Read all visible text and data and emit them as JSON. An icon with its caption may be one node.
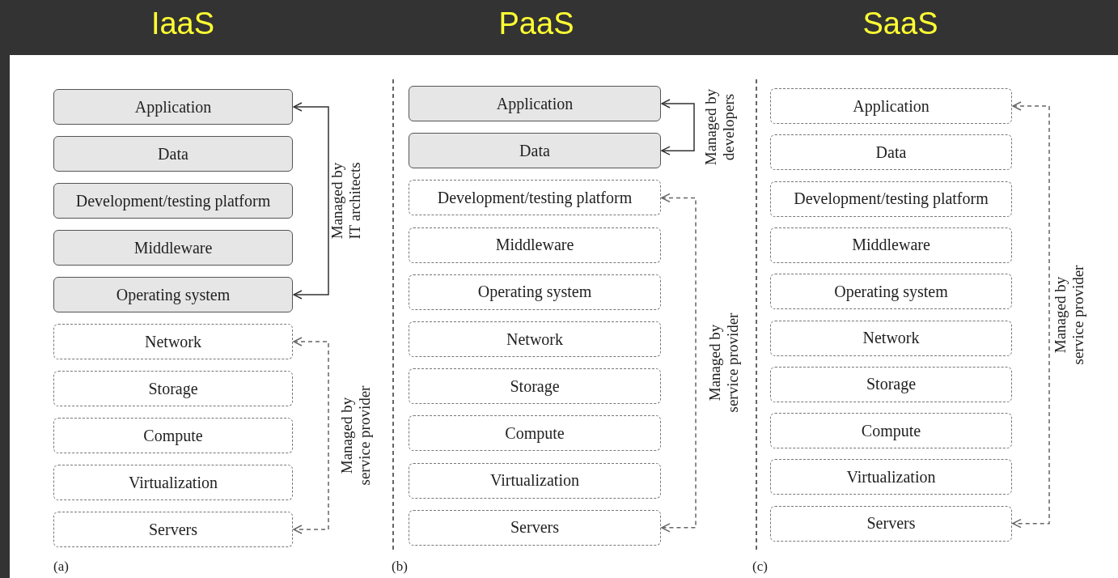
{
  "diagram": {
    "nodes": [
      {
        "text": [
          "Application"
        ]
      },
      {
        "text": [
          "Data"
        ]
      },
      {
        "text": [
          "Development/testing platform"
        ]
      },
      {
        "text": [
          "Middleware"
        ]
      },
      {
        "text": [
          "Operating system"
        ]
      },
      {
        "text": [
          "Network"
        ]
      },
      {
        "text": [
          "Storage"
        ]
      },
      {
        "text": [
          "Compute"
        ]
      },
      {
        "text": [
          "Virtualization"
        ]
      },
      {
        "text": [
          "Servers"
        ]
      },
      {
        "text": [
          "Application"
        ]
      },
      {
        "text": [
          "Data"
        ]
      },
      {
        "text": [
          "Development/testing platform"
        ]
      },
      {
        "text": [
          "Middleware"
        ]
      },
      {
        "text": [
          "Operating system"
        ]
      },
      {
        "text": [
          "Network"
        ]
      },
      {
        "text": [
          "Storage"
        ]
      },
      {
        "text": [
          "Compute"
        ]
      },
      {
        "text": [
          "Virtualization"
        ]
      },
      {
        "text": [
          "Servers"
        ]
      },
      {
        "text": [
          "Application"
        ]
      },
      {
        "text": [
          "Data"
        ]
      },
      {
        "text": [
          "Development/testing platform"
        ]
      },
      {
        "text": [
          "Middleware"
        ]
      },
      {
        "text": [
          "Operating system"
        ]
      },
      {
        "text": [
          "Network"
        ]
      },
      {
        "text": [
          "Storage"
        ]
      },
      {
        "text": [
          "Compute"
        ]
      },
      {
        "text": [
          "Virtualization"
        ]
      },
      {
        "text": [
          "Servers"
        ]
      }
    ],
    "edges": [
      {
        "from": 0,
        "to": 4,
        "arrow": "both",
        "label": "Managed by IT architects"
      },
      {
        "from": 5,
        "to": 9,
        "arrow": "both",
        "style": "dashed",
        "label": "Managed by service provider"
      },
      {
        "from": 10,
        "to": 11,
        "arrow": "both",
        "label": "Managed by developers"
      },
      {
        "from": 12,
        "to": 19,
        "arrow": "both",
        "style": "dashed",
        "label": "Managed by service provider"
      },
      {
        "from": 20,
        "to": 29,
        "arrow": "both",
        "style": "dashed",
        "label": "Managed by service provider"
      }
    ],
    "labels": [
      "IaaS",
      "PaaS",
      "SaaS",
      "(a)",
      "(b)",
      "(c)"
    ]
  }
}
